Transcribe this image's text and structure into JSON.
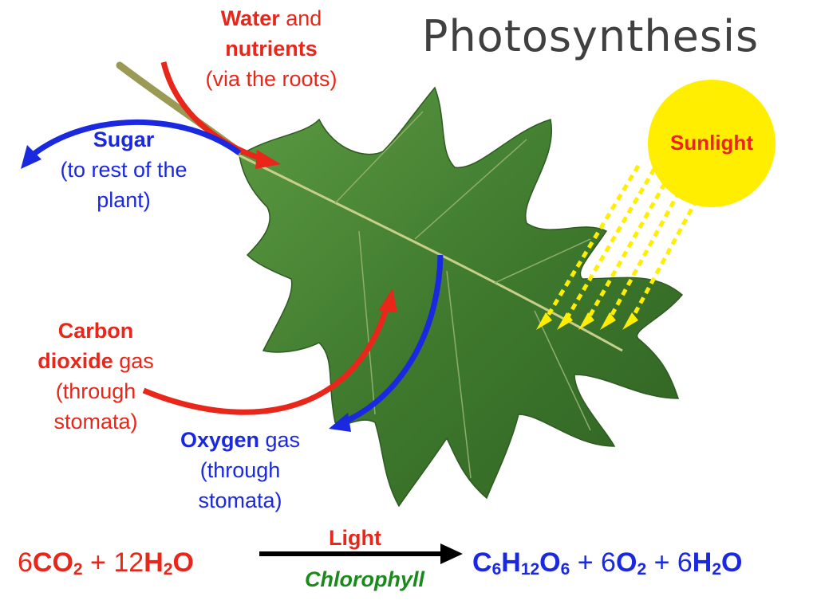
{
  "title": "Photosynthesis",
  "sunlight": "Sunlight",
  "water": {
    "bold1": "Water",
    "text1": " and",
    "bold2": "nutrients",
    "text2": "(via the roots)"
  },
  "sugar": {
    "bold": "Sugar",
    "line2": "(to rest of the",
    "line3": "plant)"
  },
  "carbon": {
    "bold1": "Carbon",
    "bold2": "dioxide",
    "text2": " gas",
    "line3": "(through",
    "line4": "stomata)"
  },
  "oxygen": {
    "bold": "Oxygen",
    "text1": " gas",
    "line2": "(through",
    "line3": "stomata)"
  },
  "equation": {
    "left": {
      "c1": "6",
      "co": "CO",
      "s1": "2",
      "plus": " + 12",
      "h": "H",
      "s2": "2",
      "o": "O"
    },
    "arrow_top": "Light",
    "arrow_bottom": "Chlorophyll",
    "right": {
      "c": "C",
      "s1": "6",
      "h": "H",
      "s2": "12",
      "o": "O",
      "s3": "6",
      "p1": " + 6",
      "o2": "O",
      "s4": "2",
      "p2": " + 6",
      "h2": "H",
      "s5": "2",
      "o3": "O"
    }
  },
  "colors": {
    "red": "#e8261a",
    "blue": "#1a28e0",
    "green": "#1a8a1a",
    "sun": "#ffee00",
    "leaf": "#3f7a2e"
  }
}
